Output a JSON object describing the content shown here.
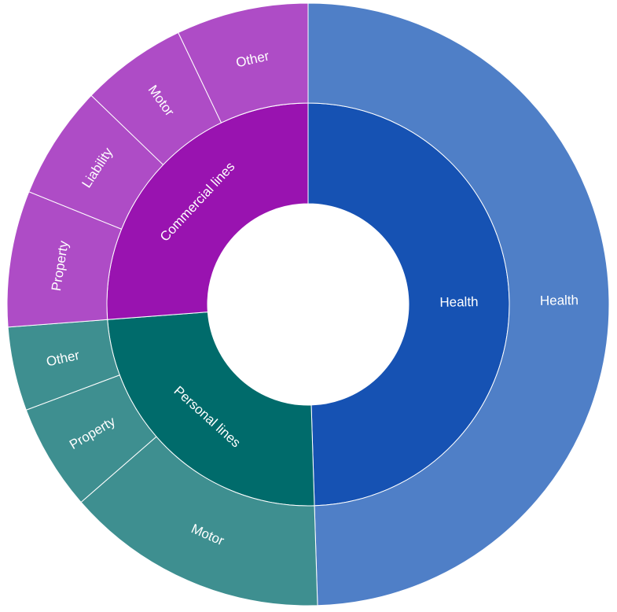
{
  "chart_data": {
    "type": "sunburst",
    "title": "",
    "inner": [
      {
        "label": "Health",
        "value": 49.5,
        "color": "#1652b3"
      },
      {
        "label": "Personal lines",
        "value": 24.3,
        "color": "#006b6b"
      },
      {
        "label": "Commercial lines",
        "value": 26.2,
        "color": "#9913b0"
      }
    ],
    "outer": [
      {
        "label": "Health",
        "parent": "Health",
        "value": 49.5,
        "color": "#4f7fc7"
      },
      {
        "label": "Motor",
        "parent": "Personal lines",
        "value": 14.1,
        "color": "#3e8f90"
      },
      {
        "label": "Property",
        "parent": "Personal lines",
        "value": 5.7,
        "color": "#3e8f90"
      },
      {
        "label": "Other",
        "parent": "Personal lines",
        "value": 4.5,
        "color": "#3e8f90"
      },
      {
        "label": "Property",
        "parent": "Commercial lines",
        "value": 7.3,
        "color": "#ae4cc6"
      },
      {
        "label": "Liability",
        "parent": "Commercial lines",
        "value": 6.1,
        "color": "#ae4cc6"
      },
      {
        "label": "Motor",
        "parent": "Commercial lines",
        "value": 5.7,
        "color": "#ae4cc6"
      },
      {
        "label": "Other",
        "parent": "Commercial lines",
        "value": 7.1,
        "color": "#ae4cc6"
      }
    ]
  }
}
